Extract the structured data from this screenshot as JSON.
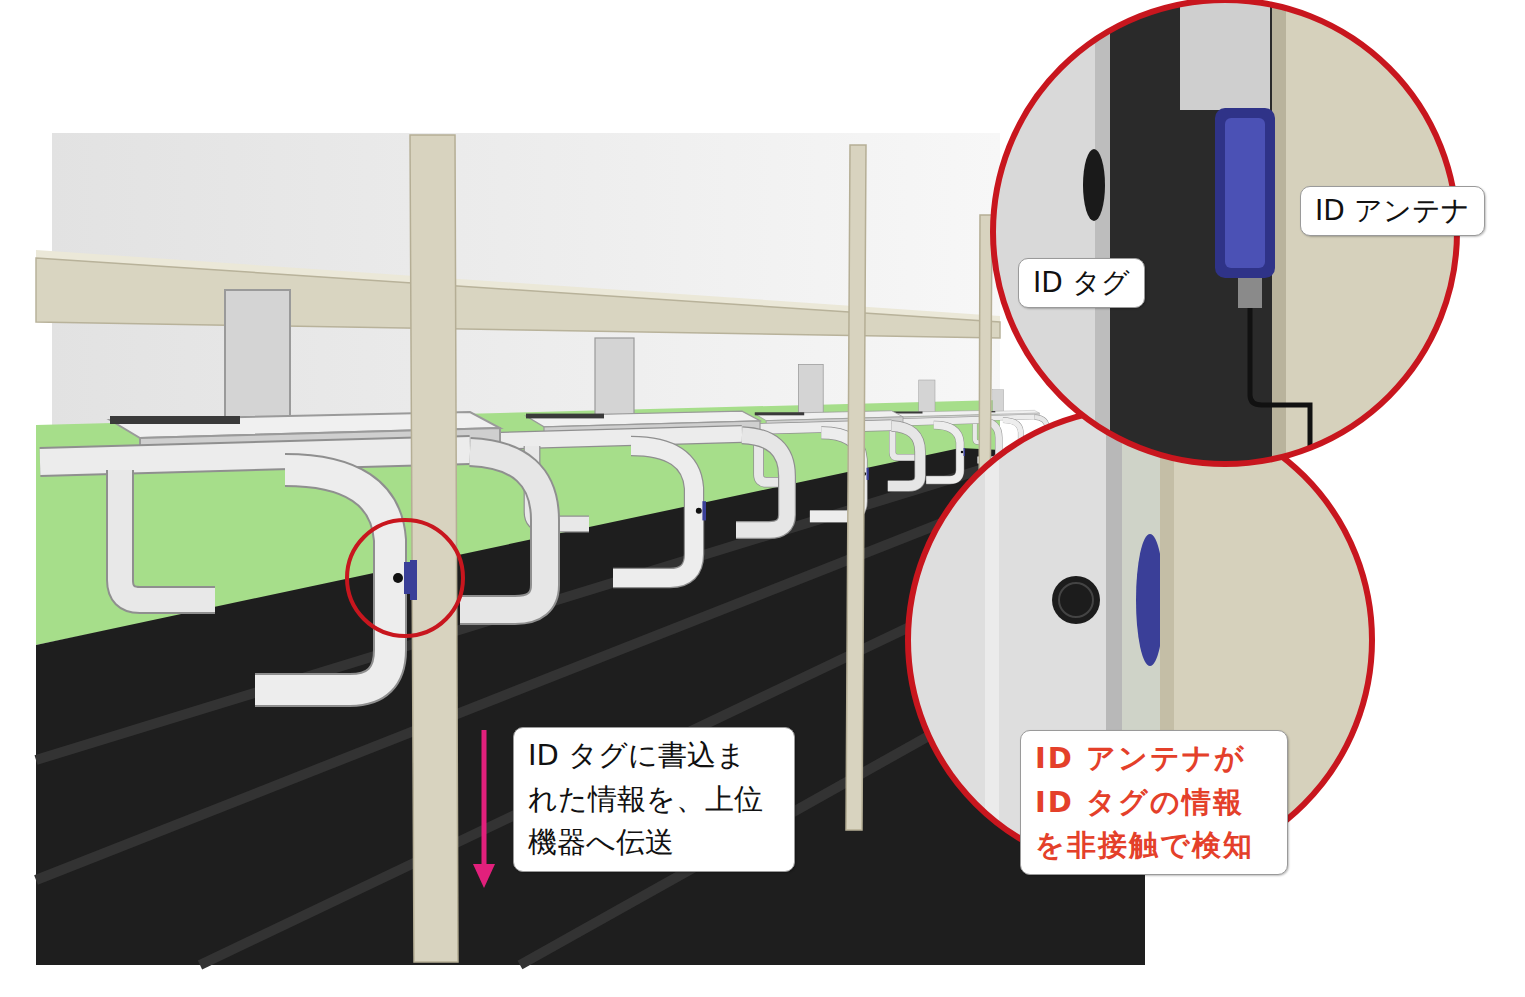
{
  "diagram": {
    "nodes": [
      {
        "text": [
          "ID アンテナ"
        ]
      },
      {
        "text": [
          "ID タグ"
        ]
      },
      {
        "text": [
          "ID タグに書込ま れた情報を、上位 機器へ伝送"
        ]
      },
      {
        "text": [
          "ID アンテナが ID タグの情報 を非接触で検知"
        ]
      }
    ]
  }
}
